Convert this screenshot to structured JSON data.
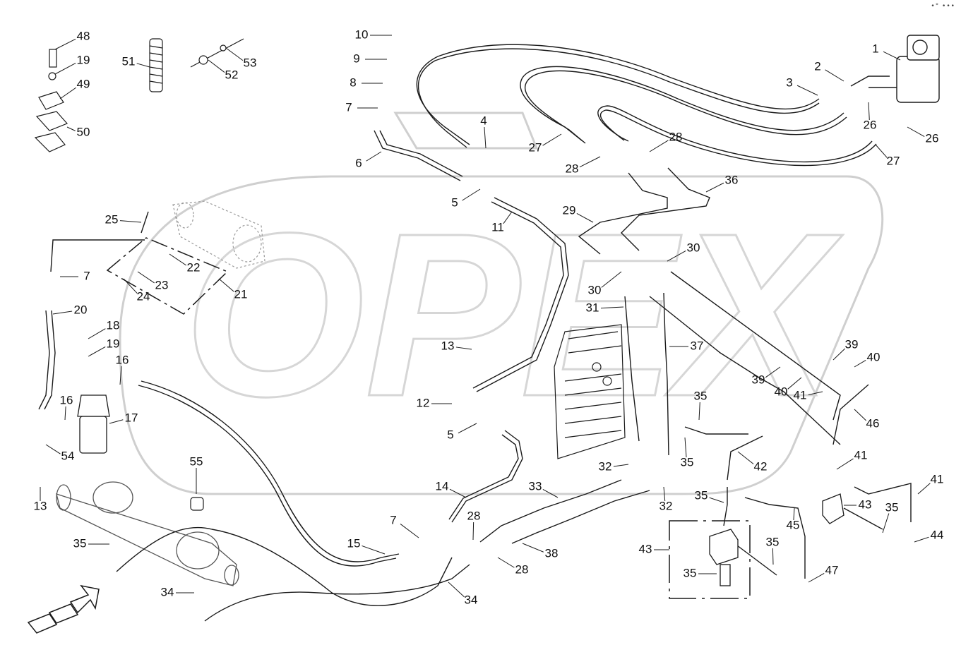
{
  "diagram": {
    "watermark": "OPEX",
    "corner_mark": "•° •••",
    "callouts": [
      "48",
      "19",
      "49",
      "50",
      "51",
      "52",
      "53",
      "10",
      "9",
      "8",
      "7",
      "6",
      "4",
      "5",
      "11",
      "1",
      "2",
      "3",
      "26",
      "26",
      "27",
      "27",
      "28",
      "28",
      "36",
      "29",
      "30",
      "30",
      "25",
      "22",
      "23",
      "24",
      "21",
      "7",
      "20",
      "18",
      "19",
      "16",
      "16",
      "17",
      "54",
      "13",
      "13",
      "12",
      "5",
      "31",
      "37",
      "39",
      "39",
      "40",
      "40",
      "41",
      "46",
      "35",
      "35",
      "42",
      "32",
      "32",
      "14",
      "33",
      "7",
      "28",
      "55",
      "35",
      "15",
      "38",
      "28",
      "45",
      "35",
      "43",
      "35",
      "43",
      "35",
      "41",
      "47",
      "41",
      "44",
      "35",
      "34",
      "34"
    ]
  }
}
